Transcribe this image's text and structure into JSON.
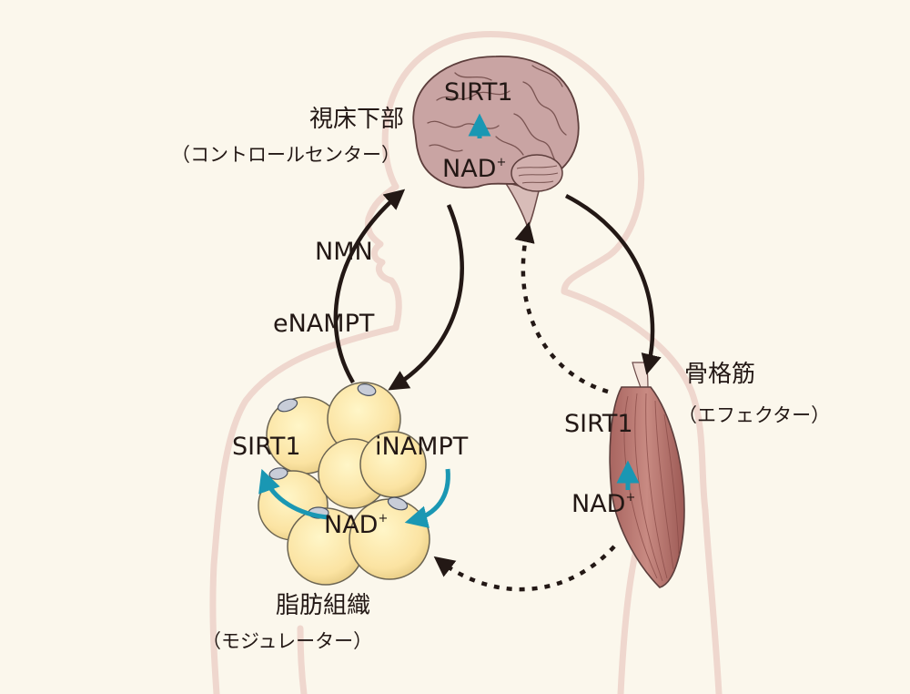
{
  "brain": {
    "name": "視床下部",
    "role": "（コントロールセンター）",
    "sirt1": "SIRT1",
    "nad": "NAD",
    "nad_sup": "+"
  },
  "muscle": {
    "name": "骨格筋",
    "role": "（エフェクター）",
    "sirt1": "SIRT1",
    "nad": "NAD",
    "nad_sup": "+"
  },
  "adipose": {
    "name": "脂肪組織",
    "role": "（モジュレーター）",
    "sirt1": "SIRT1",
    "inampt": "iNAMPT",
    "nad": "NAD",
    "nad_sup": "+"
  },
  "signals": {
    "nmn": "NMN",
    "enampt": "eNAMPT"
  },
  "colors": {
    "background": "#fbf7ec",
    "body_outline": "#efd7ce",
    "arrow": "#231815",
    "teal_arrow": "#1a97b3",
    "brain": "#c9a4a3",
    "muscle": "#b87a73",
    "fat_cell": "#fbe3a2"
  }
}
